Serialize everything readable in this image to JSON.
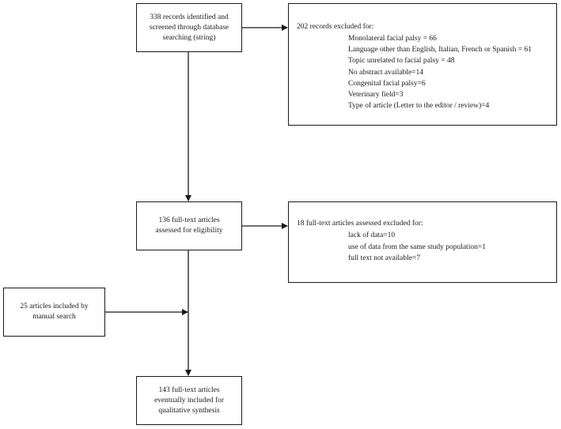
{
  "flow": {
    "identified": [
      "338 records identified and",
      "screened through database",
      "searching (string)"
    ],
    "excluded_1": {
      "heading": "202 records excluded for:",
      "reasons": [
        "Monolateral facial palsy = 66",
        "Language other than English, Italian, French or Spanish = 61",
        "Topic unrelated to facial palsy = 48",
        "No abstract available=14",
        "Congenital facial palsy=6",
        "Veterinary field=3",
        "Type of article (Letter to the editor / review)=4"
      ]
    },
    "fulltext": [
      "136 full-text articles",
      "assessed for eligibility"
    ],
    "excluded_2": {
      "heading": "18 full-text articles assessed excluded for:",
      "reasons": [
        "lack of data=10",
        "use of data from the same study population=1",
        "full text not available=7"
      ]
    },
    "manual": [
      "25 articles included by",
      "manual search"
    ],
    "included": [
      "143 full-text articles",
      "eventually included for",
      "qualitative synthesis"
    ]
  }
}
